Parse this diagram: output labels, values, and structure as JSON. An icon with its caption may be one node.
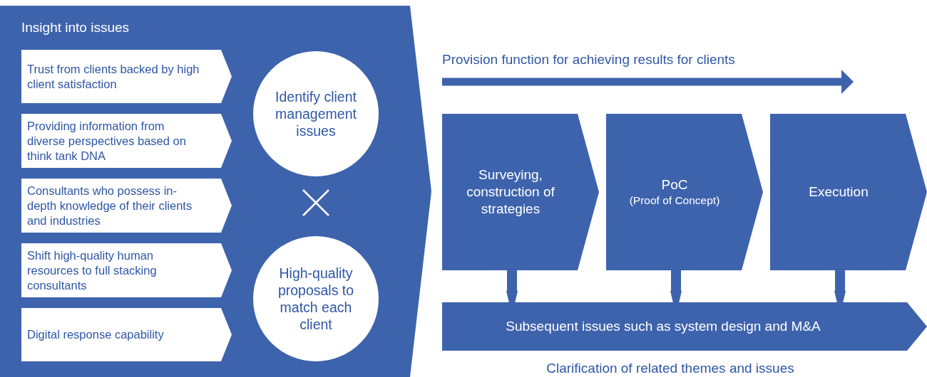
{
  "diagram": {
    "nodes": [
      {
        "text": [
          "Insight into issues"
        ]
      },
      {
        "text": [
          "Trust from clients backed by high client satisfaction"
        ],
        "in": 0
      },
      {
        "text": [
          "Providing information from diverse perspectives based on think tank DNA"
        ],
        "in": 0
      },
      {
        "text": [
          "Consultants who possess in-depth knowledge of their clients and industries"
        ],
        "in": 0
      },
      {
        "text": [
          "Shift high-quality human resources to full stacking consultants"
        ],
        "in": 0
      },
      {
        "text": [
          "Digital response capability"
        ],
        "in": 0
      },
      {
        "text": [
          "Identify client management issues"
        ],
        "in": 0
      },
      {
        "text": [
          "High-quality proposals to match each client"
        ],
        "in": 0
      },
      {
        "text": [
          "Surveying, construction of strategies"
        ]
      },
      {
        "text": [
          "PoC",
          "(Proof of Concept)"
        ]
      },
      {
        "text": [
          "Execution"
        ]
      },
      {
        "text": [
          "Subsequent issues such as system design and M&A"
        ]
      }
    ],
    "edges": [
      {
        "from": 8,
        "to": 11,
        "arrow": "to"
      },
      {
        "from": 9,
        "to": 11,
        "arrow": "to"
      },
      {
        "from": 10,
        "to": 11,
        "arrow": "to"
      }
    ],
    "labels": [
      "Provision function for achieving results for clients",
      "Clarification of related themes and issues"
    ]
  }
}
